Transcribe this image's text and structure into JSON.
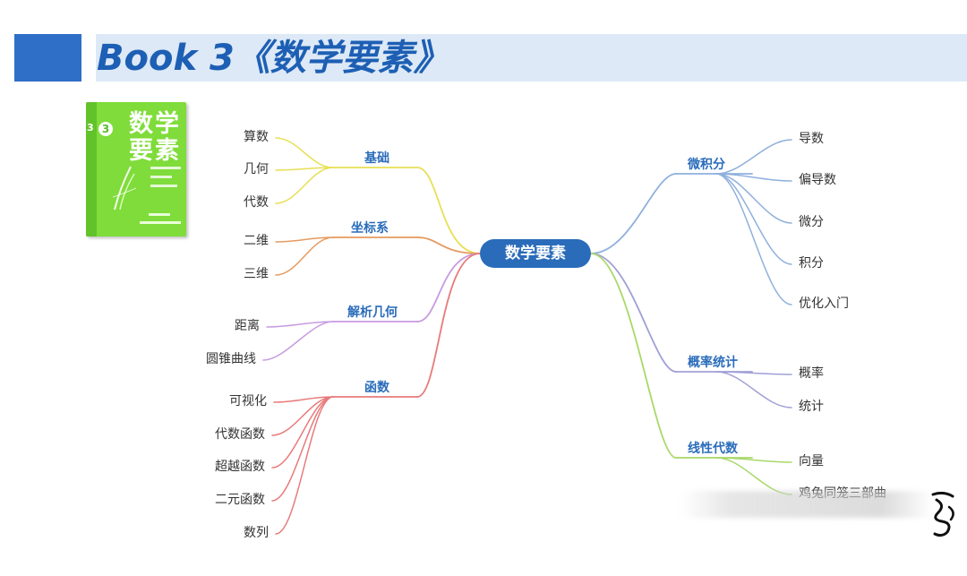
{
  "header": {
    "title": "Book 3《数学要素》"
  },
  "book_cover": {
    "number": "3",
    "title_line1": "数学",
    "title_line2": "要素"
  },
  "colors": {
    "banner_block": "#2f6fc7",
    "banner_bar": "#dde9f6",
    "title": "#1d5fb4",
    "center": "#2a6cba",
    "book": "#7fdc3a"
  },
  "mindmap": {
    "center": "数学要素",
    "left": [
      {
        "label": "基础",
        "color": "#e8df55",
        "children": [
          "算数",
          "几何",
          "代数"
        ]
      },
      {
        "label": "坐标系",
        "color": "#e69a5f",
        "children": [
          "二维",
          "三维"
        ]
      },
      {
        "label": "解析几何",
        "color": "#c79be0",
        "children": [
          "距离",
          "圆锥曲线"
        ]
      },
      {
        "label": "函数",
        "color": "#e77b7b",
        "children": [
          "可视化",
          "代数函数",
          "超越函数",
          "二元函数",
          "数列"
        ]
      }
    ],
    "right": [
      {
        "label": "微积分",
        "color": "#8fb0dd",
        "children": [
          "导数",
          "偏导数",
          "微分",
          "积分",
          "优化入门"
        ]
      },
      {
        "label": "概率统计",
        "color": "#a0a0d8",
        "children": [
          "概率",
          "统计"
        ]
      },
      {
        "label": "线性代数",
        "color": "#a9d86a",
        "children": [
          "向量",
          "鸡兔同笼三部曲"
        ]
      }
    ]
  }
}
